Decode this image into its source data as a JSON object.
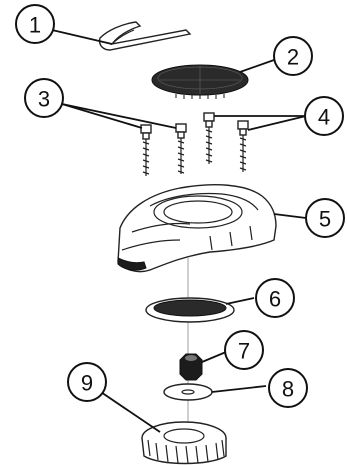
{
  "callouts": [
    {
      "id": "1",
      "label": "1"
    },
    {
      "id": "2",
      "label": "2"
    },
    {
      "id": "3",
      "label": "3"
    },
    {
      "id": "4",
      "label": "4"
    },
    {
      "id": "5",
      "label": "5"
    },
    {
      "id": "6",
      "label": "6"
    },
    {
      "id": "7",
      "label": "7"
    },
    {
      "id": "8",
      "label": "8"
    },
    {
      "id": "9",
      "label": "9"
    }
  ],
  "colors": {
    "line": "#111111",
    "mesh": "#2a2a2a",
    "background": "#ffffff"
  }
}
